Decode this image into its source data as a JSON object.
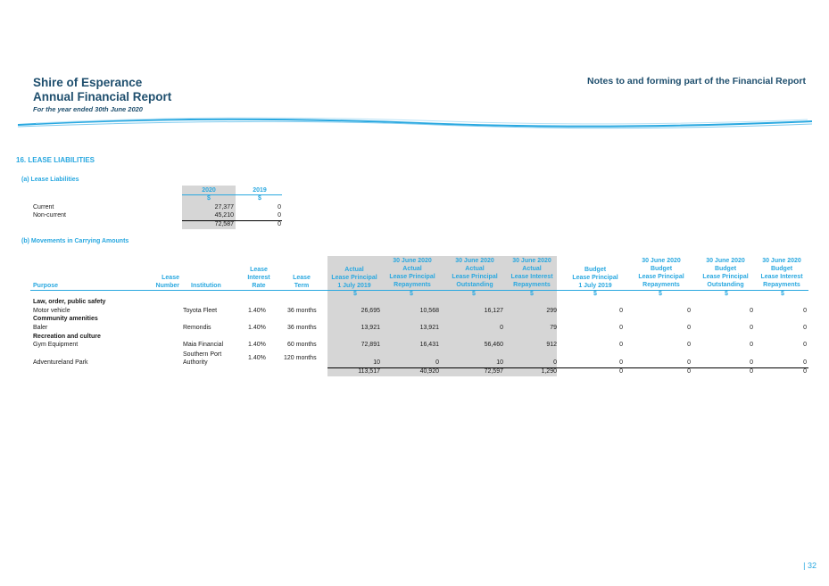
{
  "header": {
    "org": "Shire of Esperance",
    "report": "Annual Financial Report",
    "period": "For the year ended 30th June 2020",
    "right": "Notes to and forming part of the Financial Report"
  },
  "section_title": "16.  LEASE LIABILITIES",
  "part_a": {
    "title": "(a)  Lease Liabilities",
    "col_2020": "2020",
    "col_2019": "2019",
    "unit": "$",
    "rows": [
      {
        "label": "Current",
        "v2020": "27,377",
        "v2019": "0"
      },
      {
        "label": "Non-current",
        "v2020": "45,210",
        "v2019": "0"
      }
    ],
    "total_2020": "72,587",
    "total_2019": "0"
  },
  "part_b": {
    "title": "(b)  Movements in Carrying Amounts",
    "headers": {
      "purpose": "Purpose",
      "lease_number": [
        "Lease",
        "Number"
      ],
      "institution": "Institution",
      "rate": [
        "Lease",
        "Interest",
        "Rate"
      ],
      "term": [
        "Lease",
        "Term"
      ],
      "actual_principal_start": [
        "Actual",
        "Lease Principal",
        "1 July 2019"
      ],
      "actual_repayments": [
        "30 June 2020",
        "Actual",
        "Lease Principal",
        "Repayments"
      ],
      "actual_outstanding": [
        "30 June 2020",
        "Actual",
        "Lease Principal",
        "Outstanding"
      ],
      "actual_interest": [
        "30 June 2020",
        "Actual",
        "Lease Interest",
        "Repayments"
      ],
      "budget_principal_start": [
        "Budget",
        "Lease Principal",
        "1 July 2019"
      ],
      "budget_repayments": [
        "30 June 2020",
        "Budget",
        "Lease Principal",
        "Repayments"
      ],
      "budget_outstanding": [
        "30 June 2020",
        "Budget",
        "Lease Principal",
        "Outstanding"
      ],
      "budget_interest": [
        "30 June 2020",
        "Budget",
        "Lease Interest",
        "Repayments"
      ],
      "unit": "$"
    },
    "groups": [
      {
        "name": "Law, order, public safety",
        "rows": [
          {
            "purpose": "Motor vehicle",
            "institution": "Toyota Fleet",
            "rate": "1.40%",
            "term": "36 months",
            "values": [
              "26,695",
              "10,568",
              "16,127",
              "299",
              "0",
              "0",
              "0",
              "0"
            ]
          }
        ]
      },
      {
        "name": "Community amenities",
        "rows": [
          {
            "purpose": "Baler",
            "institution": "Remondis",
            "rate": "1.40%",
            "term": "36 months",
            "values": [
              "13,921",
              "13,921",
              "0",
              "79",
              "0",
              "0",
              "0",
              "0"
            ]
          }
        ]
      },
      {
        "name": "Recreation and culture",
        "rows": [
          {
            "purpose": "Gym Equipment",
            "institution": "Maia Financial",
            "rate": "1.40%",
            "term": "60 months",
            "values": [
              "72,891",
              "16,431",
              "56,460",
              "912",
              "0",
              "0",
              "0",
              "0"
            ]
          },
          {
            "purpose": "Adventureland Park",
            "institution": [
              "Southern Port",
              "Authority"
            ],
            "rate": "1.40%",
            "term": "120 months",
            "values": [
              "10",
              "0",
              "10",
              "0",
              "0",
              "0",
              "0",
              "0"
            ]
          }
        ]
      }
    ],
    "totals": [
      "113,517",
      "40,920",
      "72,597",
      "1,290",
      "0",
      "0",
      "0",
      "0"
    ]
  },
  "page_number": "| 32",
  "colors": {
    "accent": "#29a8e0",
    "title": "#1f4f6e",
    "shade": "#d6d6d6"
  }
}
